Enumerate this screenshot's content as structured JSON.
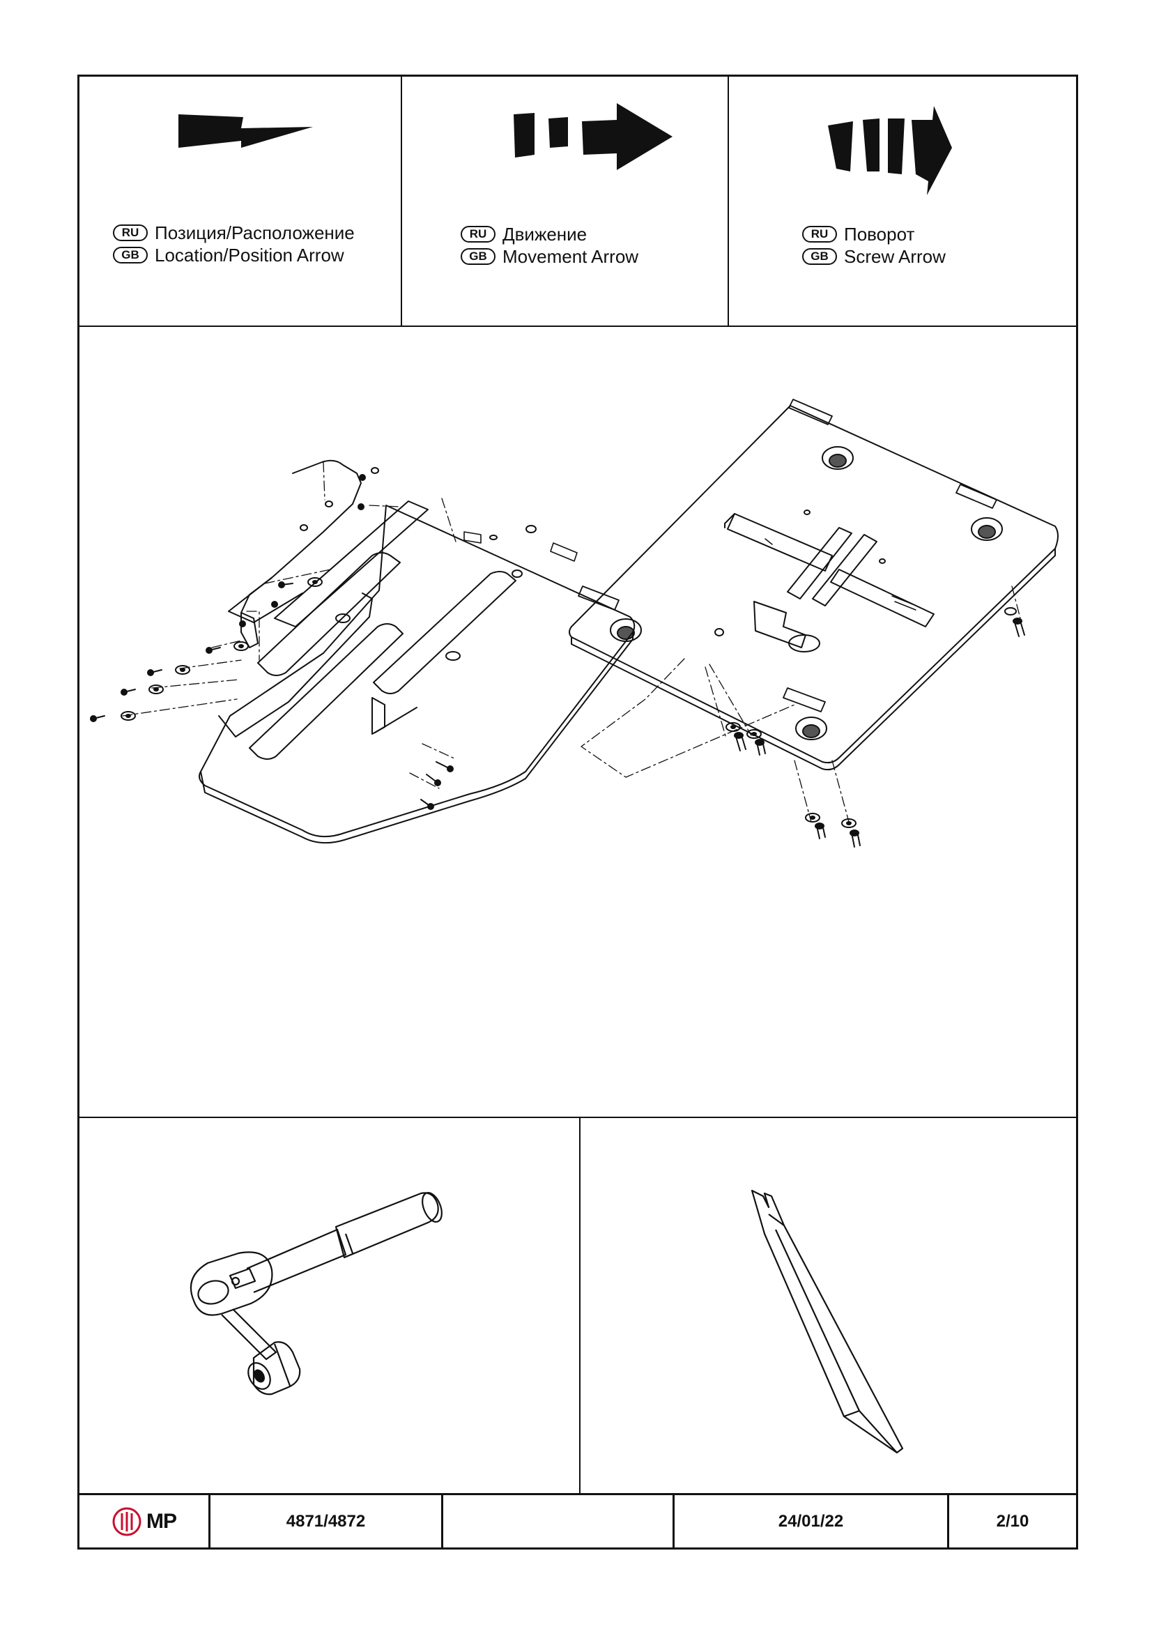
{
  "legend": [
    {
      "icon": "location-arrow-icon",
      "ru_badge": "RU",
      "gb_badge": "GB",
      "ru_text": "Позиция/Расположение",
      "gb_text": "Location/Position Arrow"
    },
    {
      "icon": "movement-arrow-icon",
      "ru_badge": "RU",
      "gb_badge": "GB",
      "ru_text": "Движение",
      "gb_text": "Movement Arrow"
    },
    {
      "icon": "screw-arrow-icon",
      "ru_badge": "RU",
      "gb_badge": "GB",
      "ru_text": "Поворот",
      "gb_text": "Screw Arrow"
    }
  ],
  "drawing": {
    "icon": "skid-plate-assembly-diagram"
  },
  "tools": [
    {
      "icon": "ratchet-wrench-icon"
    },
    {
      "icon": "trim-removal-tool-icon"
    }
  ],
  "title_block": {
    "logo_text": "MP",
    "part_number": "4871/4872",
    "blank": "",
    "date": "24/01/22",
    "page": "2/10"
  },
  "colors": {
    "line": "#111111",
    "logo_red": "#c8102e",
    "background": "#ffffff"
  }
}
